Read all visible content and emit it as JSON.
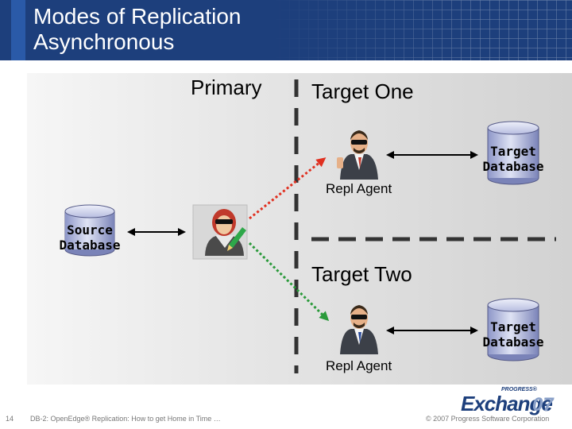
{
  "slide": {
    "title_line1": "Modes of Replication",
    "title_line2": "Asynchronous",
    "page_number": "14",
    "footer_text": "DB-2: OpenEdge® Replication: How to get Home in Time …",
    "copyright": "© 2007 Progress Software Corporation",
    "logo": {
      "tagline": "PROGRESS®",
      "wordmark": "Exchange",
      "year": "07"
    }
  },
  "diagram": {
    "primary_label": "Primary",
    "target_one_label": "Target One",
    "target_two_label": "Target Two",
    "source_db": {
      "line1": "Source",
      "line2": "Database"
    },
    "target_db_one": {
      "line1": "Target",
      "line2": "Database"
    },
    "target_db_two": {
      "line1": "Target",
      "line2": "Database"
    },
    "agent_one_label": "Repl Agent",
    "agent_two_label": "Repl Agent",
    "colors": {
      "header": "#1d3f7c",
      "arrow_red": "#e03020",
      "arrow_green": "#2a9a3a",
      "divider": "#333333"
    },
    "icons": [
      "database-icon",
      "agent-icon",
      "editor-user-icon"
    ]
  }
}
